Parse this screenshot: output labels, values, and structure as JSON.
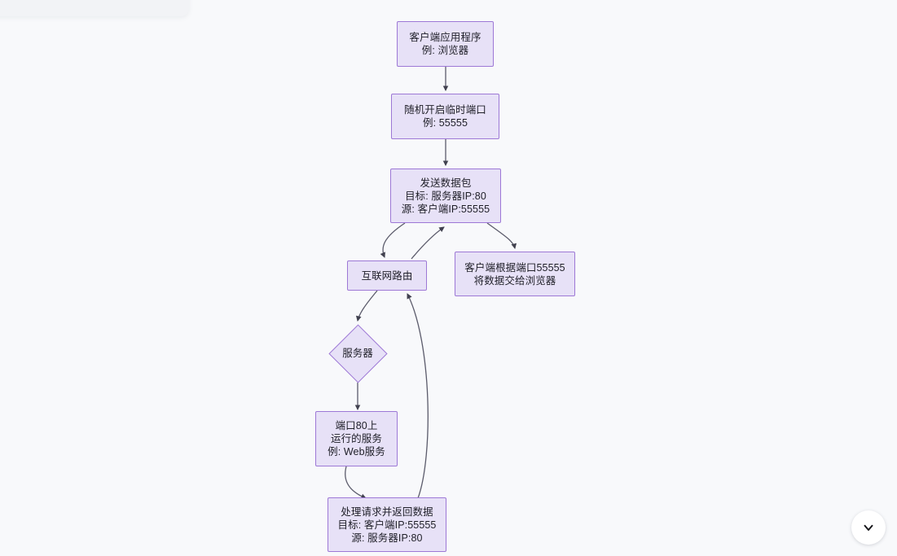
{
  "canvas": {
    "background_color": "#f8f9fb",
    "node_fill_color": "#e7e1f7",
    "node_border_color": "#9d78d6",
    "edge_color": "#5b5b6b"
  },
  "diagram": {
    "type": "flowchart",
    "title": "",
    "nodes": [
      {
        "id": "client-app",
        "shape": "rect",
        "lines": [
          "客户端应用程序",
          "例: 浏览器"
        ]
      },
      {
        "id": "ephemeral-port",
        "shape": "rect",
        "lines": [
          "随机开启临时端口",
          "例: 55555"
        ]
      },
      {
        "id": "send-packet",
        "shape": "rect",
        "lines": [
          "发送数据包",
          "目标: 服务器IP:80",
          "源: 客户端IP:55555"
        ]
      },
      {
        "id": "internet-routing",
        "shape": "rect",
        "lines": [
          "互联网路由"
        ]
      },
      {
        "id": "client-deliver",
        "shape": "rect",
        "lines": [
          "客户端根据端口55555",
          "将数据交给浏览器"
        ]
      },
      {
        "id": "server",
        "shape": "diamond",
        "lines": [
          "服务器"
        ]
      },
      {
        "id": "port80-service",
        "shape": "rect",
        "lines": [
          "端口80上",
          "运行的服务",
          "例: Web服务"
        ]
      },
      {
        "id": "process-response",
        "shape": "rect",
        "lines": [
          "处理请求并返回数据",
          "目标: 客户端IP:55555",
          "源: 服务器IP:80"
        ]
      }
    ],
    "edges": [
      {
        "from": "client-app",
        "to": "ephemeral-port",
        "label": ""
      },
      {
        "from": "ephemeral-port",
        "to": "send-packet",
        "label": ""
      },
      {
        "from": "send-packet",
        "to": "internet-routing",
        "label": ""
      },
      {
        "from": "internet-routing",
        "to": "server",
        "label": ""
      },
      {
        "from": "server",
        "to": "port80-service",
        "label": ""
      },
      {
        "from": "port80-service",
        "to": "process-response",
        "label": ""
      },
      {
        "from": "process-response",
        "to": "internet-routing",
        "label": ""
      },
      {
        "from": "internet-routing",
        "to": "send-packet",
        "label": ""
      },
      {
        "from": "send-packet",
        "to": "client-deliver",
        "label": ""
      }
    ]
  },
  "controls": {
    "scroll_down_button": {
      "icon": "chevron-down-icon",
      "label": ""
    }
  }
}
